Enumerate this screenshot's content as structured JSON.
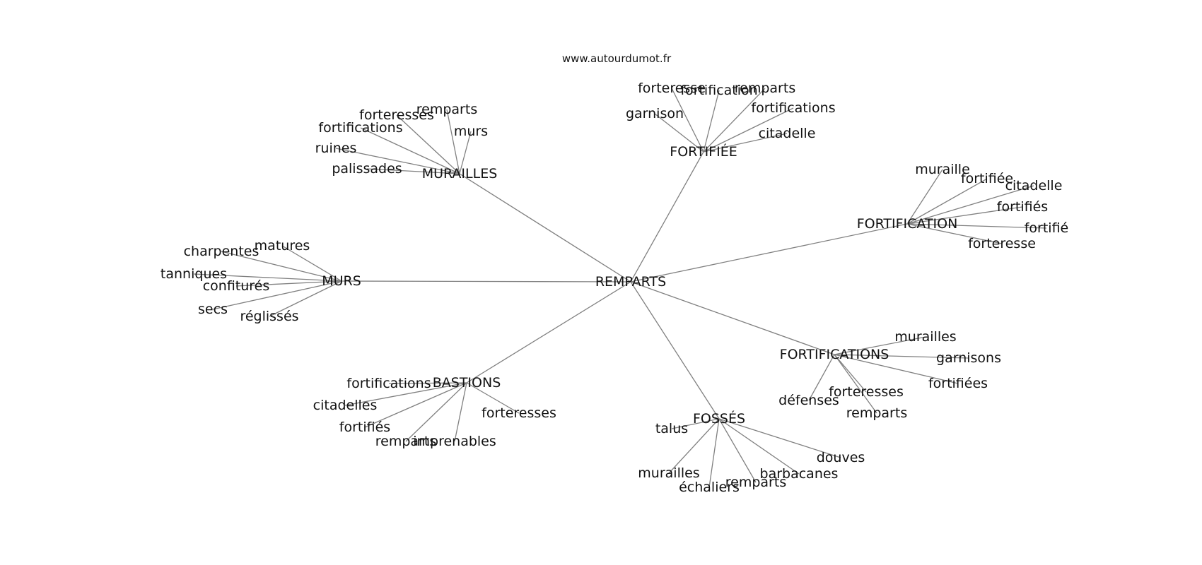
{
  "source": "www.autourdumot.fr",
  "center": "REMPARTS",
  "groups": [
    {
      "hub": "FORTIFIÉE",
      "words": [
        "forteresse",
        "fortification",
        "remparts",
        "garnison",
        "fortifications",
        "citadelle"
      ]
    },
    {
      "hub": "MURAILLES",
      "words": [
        "remparts",
        "forteresses",
        "murs",
        "fortifications",
        "ruines",
        "palissades"
      ]
    },
    {
      "hub": "FORTIFICATION",
      "words": [
        "muraille",
        "fortifiée",
        "citadelle",
        "fortifiés",
        "fortifié",
        "forteresse"
      ]
    },
    {
      "hub": "MURS",
      "words": [
        "matures",
        "charpentes",
        "tanniques",
        "confiturés",
        "secs",
        "réglissés"
      ]
    },
    {
      "hub": "FORTIFICATIONS",
      "words": [
        "murailles",
        "garnisons",
        "fortifiées",
        "forteresses",
        "défenses",
        "remparts"
      ]
    },
    {
      "hub": "BASTIONS",
      "words": [
        "fortifications",
        "citadelles",
        "fortifiés",
        "forteresses",
        "remparts",
        "imprenables"
      ]
    },
    {
      "hub": "FOSSÉS",
      "words": [
        "talus",
        "douves",
        "barbacanes",
        "murailles",
        "échaliers",
        "remparts"
      ]
    }
  ]
}
